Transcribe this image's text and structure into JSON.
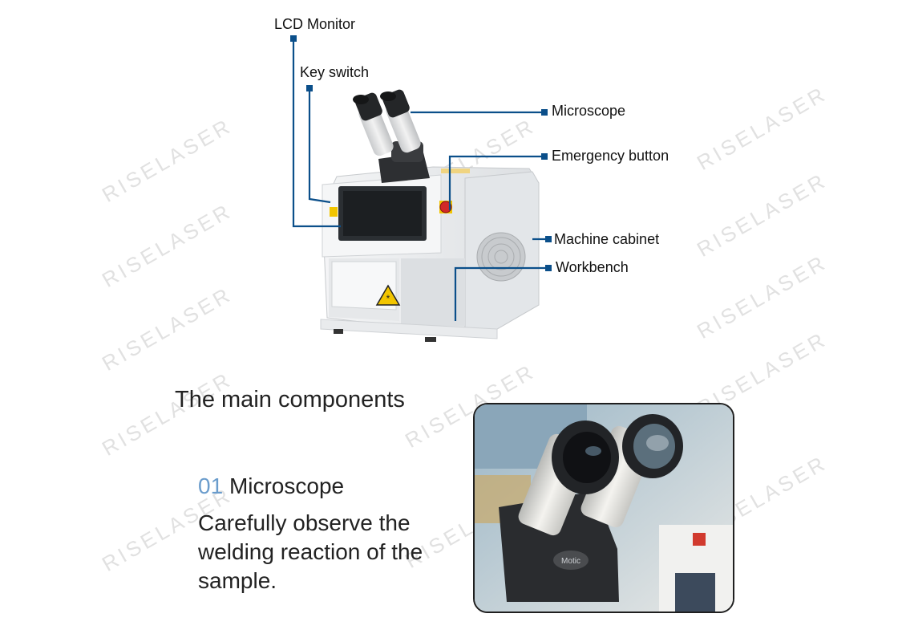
{
  "watermark_text": "RISELASER",
  "colors": {
    "leader_line": "#0b4f8a",
    "accent_number": "#6a9ccc",
    "machine_body": "#eef0f2",
    "screen": "#1c1f22",
    "warning_yellow": "#f2c500"
  },
  "callouts": {
    "lcd_monitor": "LCD Monitor",
    "key_switch": "Key switch",
    "microscope": "Microscope",
    "emergency_button": "Emergency button",
    "machine_cabinet": "Machine cabinet",
    "workbench": "Workbench"
  },
  "section": {
    "title": "The main components",
    "item_number": "01",
    "item_name": "Microscope",
    "item_description": "Carefully observe the welding reaction of the sample."
  },
  "photo": {
    "brand_text": "Motic"
  }
}
